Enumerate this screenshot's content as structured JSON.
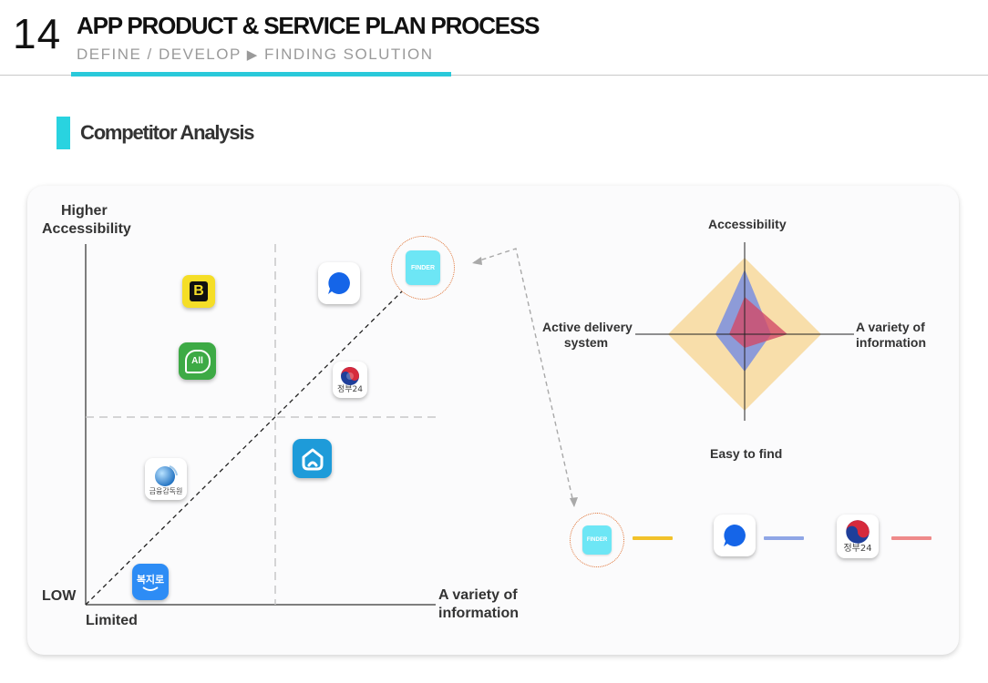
{
  "header": {
    "page_number": "14",
    "title": "APP PRODUCT & SERVICE PLAN PROCESS",
    "subtitle_left": "DEFINE / DEVELOP",
    "subtitle_arrow": "▶",
    "subtitle_right": "FINDING SOLUTION"
  },
  "section": {
    "title": "Competitor Analysis"
  },
  "positioning_map": {
    "y_axis_label_line1": "Higher",
    "y_axis_label_line2": "Accessibility",
    "origin_label": "LOW",
    "x_origin_label": "Limited",
    "x_axis_label_line1": "A variety of",
    "x_axis_label_line2": "information",
    "apps": [
      {
        "name": "baemin-app",
        "glyph": "B",
        "color": "#f5de27"
      },
      {
        "name": "all-app",
        "glyph": "All",
        "color": "#3daa45"
      },
      {
        "name": "fss-app",
        "text": "금융감독원"
      },
      {
        "name": "bokjiro-app",
        "text": "복지로",
        "color": "#2d8cf5"
      },
      {
        "name": "blue-speech-app",
        "color": "#1565e8"
      },
      {
        "name": "gov24-app",
        "text": "정부24"
      },
      {
        "name": "house-app",
        "color": "#1e9bd9"
      },
      {
        "name": "finder-app",
        "text": "FINDER"
      }
    ]
  },
  "radar": {
    "axis_top": "Accessibility",
    "axis_left_line1": "Active delivery",
    "axis_left_line2": "system",
    "axis_right_line1": "A variety of",
    "axis_right_line2": "information",
    "axis_bottom": "Easy to find",
    "series_colors": {
      "finder": "#f8deaa",
      "blue": "#7a8fe0",
      "red": "#d24a68"
    }
  },
  "legend": [
    {
      "label": "FINDER",
      "color": "#f2c22a"
    },
    {
      "label": "",
      "color": "#8fa6e6"
    },
    {
      "label": "정부24",
      "color": "#ef8a8a"
    }
  ],
  "colors": {
    "accent": "#29c9da",
    "finder": "#6de6f5",
    "dotted_ring": "#e0763a"
  }
}
